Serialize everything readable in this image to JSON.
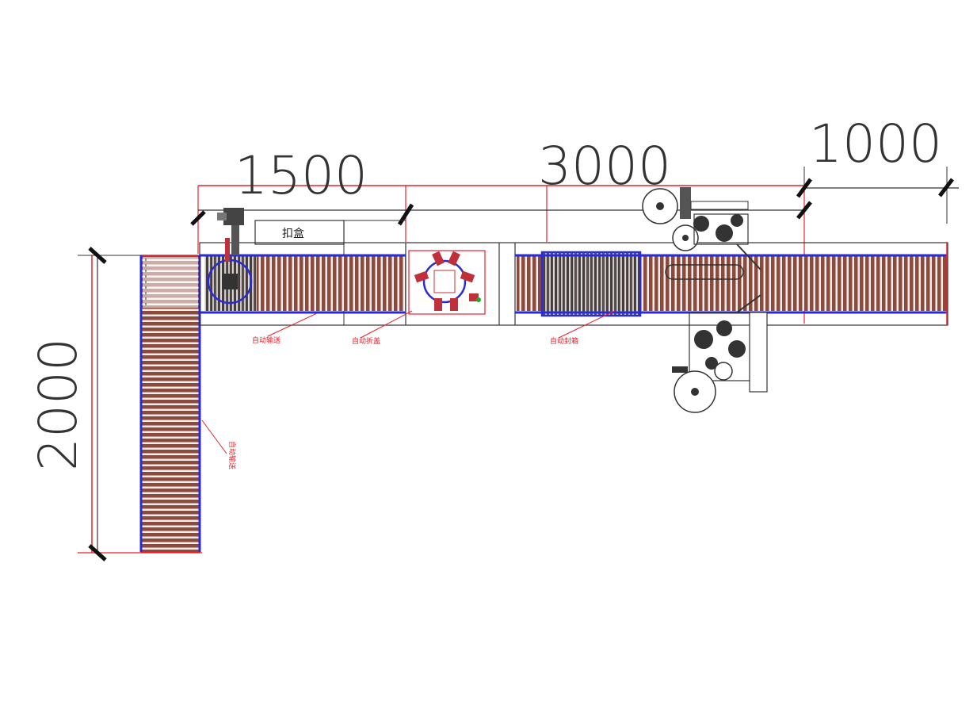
{
  "dimensions": {
    "d1500": "1500",
    "d3000": "3000",
    "d1000": "1000",
    "d2000": "2000"
  },
  "labels": {
    "station_box": "扣盒",
    "label_1": "自动输送",
    "label_2": "自动折盖",
    "label_3": "自动封箱",
    "label_4": "自动输送"
  },
  "colors": {
    "dimension_red": "#e8202a",
    "frame_blue": "#2b2bd6",
    "roller_brown": "#8a4a3c",
    "outline_dark": "#333333"
  }
}
